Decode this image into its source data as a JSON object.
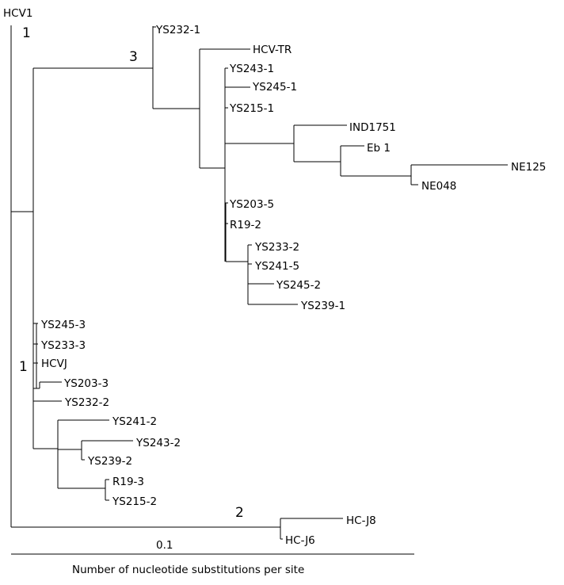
{
  "tree": {
    "root_label": "HCV1",
    "genotype_labels": {
      "g1_top": "1",
      "g3": "3",
      "g1_bottom": "1",
      "g2": "2"
    },
    "leaves": {
      "YS232_1": "YS232-1",
      "HCV_TR": "HCV-TR",
      "YS243_1": "YS243-1",
      "YS245_1": "YS245-1",
      "YS215_1": "YS215-1",
      "IND1751": "IND1751",
      "Eb_1": "Eb 1",
      "NE125": "NE125",
      "NE048": "NE048",
      "YS203_5": "YS203-5",
      "R19_2": "R19-2",
      "YS233_2": "YS233-2",
      "YS241_5": "YS241-5",
      "YS245_2": "YS245-2",
      "YS239_1": "YS239-1",
      "YS245_3": "YS245-3",
      "YS233_3": "YS233-3",
      "HCVJ": "HCVJ",
      "YS203_3": "YS203-3",
      "YS232_2": "YS232-2",
      "YS241_2": "YS241-2",
      "YS243_2": "YS243-2",
      "YS239_2": "YS239-2",
      "R19_3": "R19-3",
      "YS215_2": "YS215-2",
      "HC_J8": "HC-J8",
      "HC_J6": "HC-J6"
    }
  },
  "scale_bar": {
    "value_label": "0.1",
    "axis_label": "Number of nucleotide substitutions per site"
  }
}
